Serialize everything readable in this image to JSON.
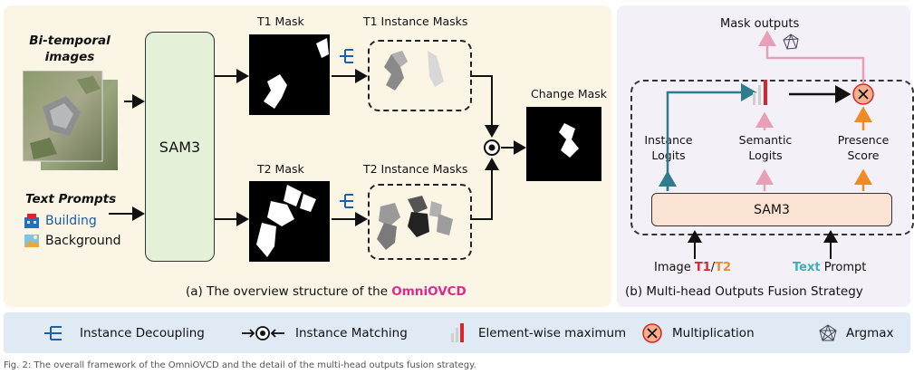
{
  "panel_a": {
    "input_title": "Bi-temporal images",
    "text_prompts_title": "Text Prompts",
    "prompt_building": "Building",
    "prompt_background": "Background",
    "sam3_label": "SAM3",
    "t1_mask_label": "T1 Mask",
    "t1_instance_label": "T1 Instance Masks",
    "t2_mask_label": "T2 Mask",
    "t2_instance_label": "T2 Instance Masks",
    "change_mask_label": "Change Mask",
    "caption_prefix": "(a) The overview structure of the ",
    "caption_name": "OmniOVCD"
  },
  "panel_b": {
    "mask_outputs": "Mask outputs",
    "instance_logits": "Instance\nLogits",
    "semantic_logits": "Semantic\nLogits",
    "presence_score": "Presence\nScore",
    "sam3_label": "SAM3",
    "image_prefix": "Image ",
    "t1": "T1",
    "slash": "/",
    "t2": "T2",
    "text_word": "Text",
    "prompt_word": " Prompt",
    "caption": "(b) Multi-head Outputs Fusion Strategy"
  },
  "legend": {
    "instance_decoupling": "Instance Decoupling",
    "instance_matching": "Instance Matching",
    "element_max": "Element-wise maximum",
    "multiplication": "Multiplication",
    "argmax": "Argmax"
  },
  "footer": "Fig. 2: The overall framework of the OmniOVCD and the detail of the multi-head outputs fusion strategy.",
  "colors": {
    "panel_a_bg": "#fbf5e6",
    "panel_b_bg": "#f4f0f7",
    "legend_bg": "#dfeaf5",
    "sam3_a": "#e4f0d7",
    "sam3_b": "#fbe3d4",
    "teal": "#2f7c8c",
    "pink": "#e8a0b6",
    "orange": "#f08a24",
    "accent_red": "#d8262c"
  }
}
